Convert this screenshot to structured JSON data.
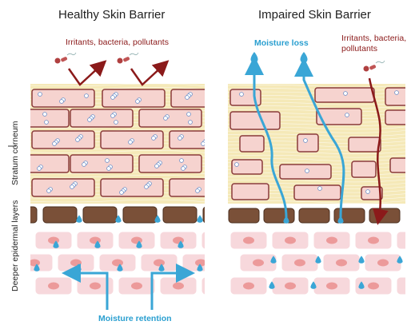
{
  "panels": {
    "healthy": {
      "title": "Healthy Skin Barrier"
    },
    "impaired": {
      "title": "Impaired Skin Barrier"
    }
  },
  "labels": {
    "irritants_healthy": "Irritants, bacteria, pollutants",
    "irritants_impaired_line1": "Irritants, bacteria,",
    "irritants_impaired_line2": "pollutants",
    "moisture_loss": "Moisture loss",
    "moisture_retention": "Moisture retention",
    "stratum_corneum": "Stratum corneum",
    "deeper_layers": "Deeper epidermal layers"
  },
  "colors": {
    "lipid": "#f5e9b8",
    "corneocyte_fill": "#f6d3cf",
    "corneocyte_stroke": "#8a3a3a",
    "granular_cell": "#7a5038",
    "deep_cell": "#f7d8dc",
    "nucleus": "#ec9a9a",
    "water": "#3aa6d6",
    "irritant": "#8b1a1a"
  }
}
